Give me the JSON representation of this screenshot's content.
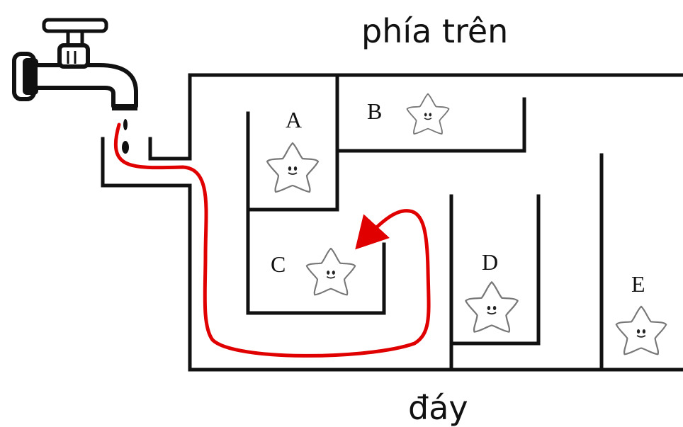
{
  "labels": {
    "top": "phía trên",
    "bottom": "đáy"
  },
  "compartments": [
    {
      "id": "A",
      "label": "A"
    },
    {
      "id": "B",
      "label": "B"
    },
    {
      "id": "C",
      "label": "C"
    },
    {
      "id": "D",
      "label": "D"
    },
    {
      "id": "E",
      "label": "E"
    }
  ],
  "icons": {
    "faucet": "faucet-icon",
    "water_drop": "water-drop-icon",
    "star": "star-character-icon",
    "flow_arrow": "red-flow-arrow"
  },
  "colors": {
    "walls": "#111111",
    "flow_path": "#e00000",
    "star_outline": "#777777"
  }
}
